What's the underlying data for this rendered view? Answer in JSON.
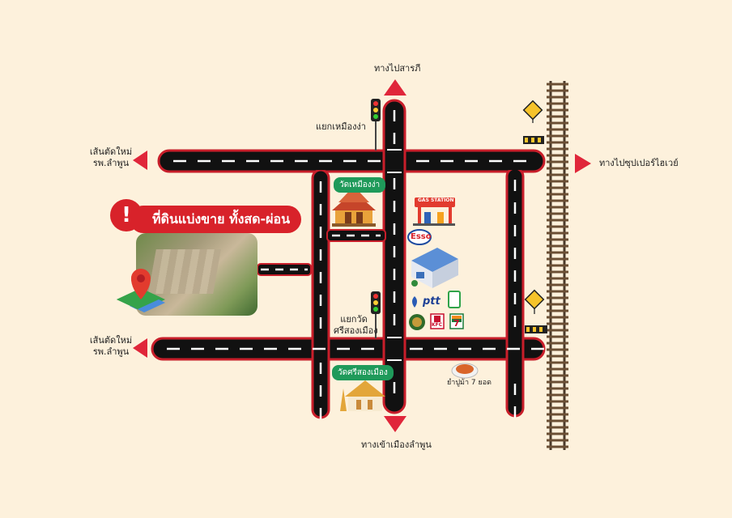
{
  "directions": {
    "north": "ทางไปสารภี",
    "south": "ทางเข้าเมืองลำพูน",
    "east": "ทางไปซุปเปอร์ไฮเวย์",
    "west_top": [
      "เส้นตัดใหม่",
      "รพ.ลำพูน"
    ],
    "west_bottom": [
      "เส้นตัดใหม่",
      "รพ.ลำพูน"
    ]
  },
  "intersections": {
    "top": "แยกเหมืองง่า",
    "bottom": [
      "แยกวัด",
      "ศรีสองเมือง"
    ]
  },
  "places": {
    "temple_top": "วัดเหมืองง่า",
    "temple_bottom": "วัดศรีสองเมือง",
    "restaurant": "ยำปูม้า 7 ยอด",
    "gas_station_sign": "GAS STATION",
    "esso": "Esso",
    "ptt": "ptt",
    "kfc": "KFC",
    "seven_eleven": "7"
  },
  "banner": {
    "text": "ที่ดินแบ่งขาย ทั้งสด-ผ่อน",
    "icon": "!"
  },
  "colors": {
    "background": "#fdf1dc",
    "road": "#111111",
    "road_edge": "#c81e2a",
    "arrow": "#e0263a",
    "banner": "#d8222a",
    "tag": "#1f9a5a"
  }
}
